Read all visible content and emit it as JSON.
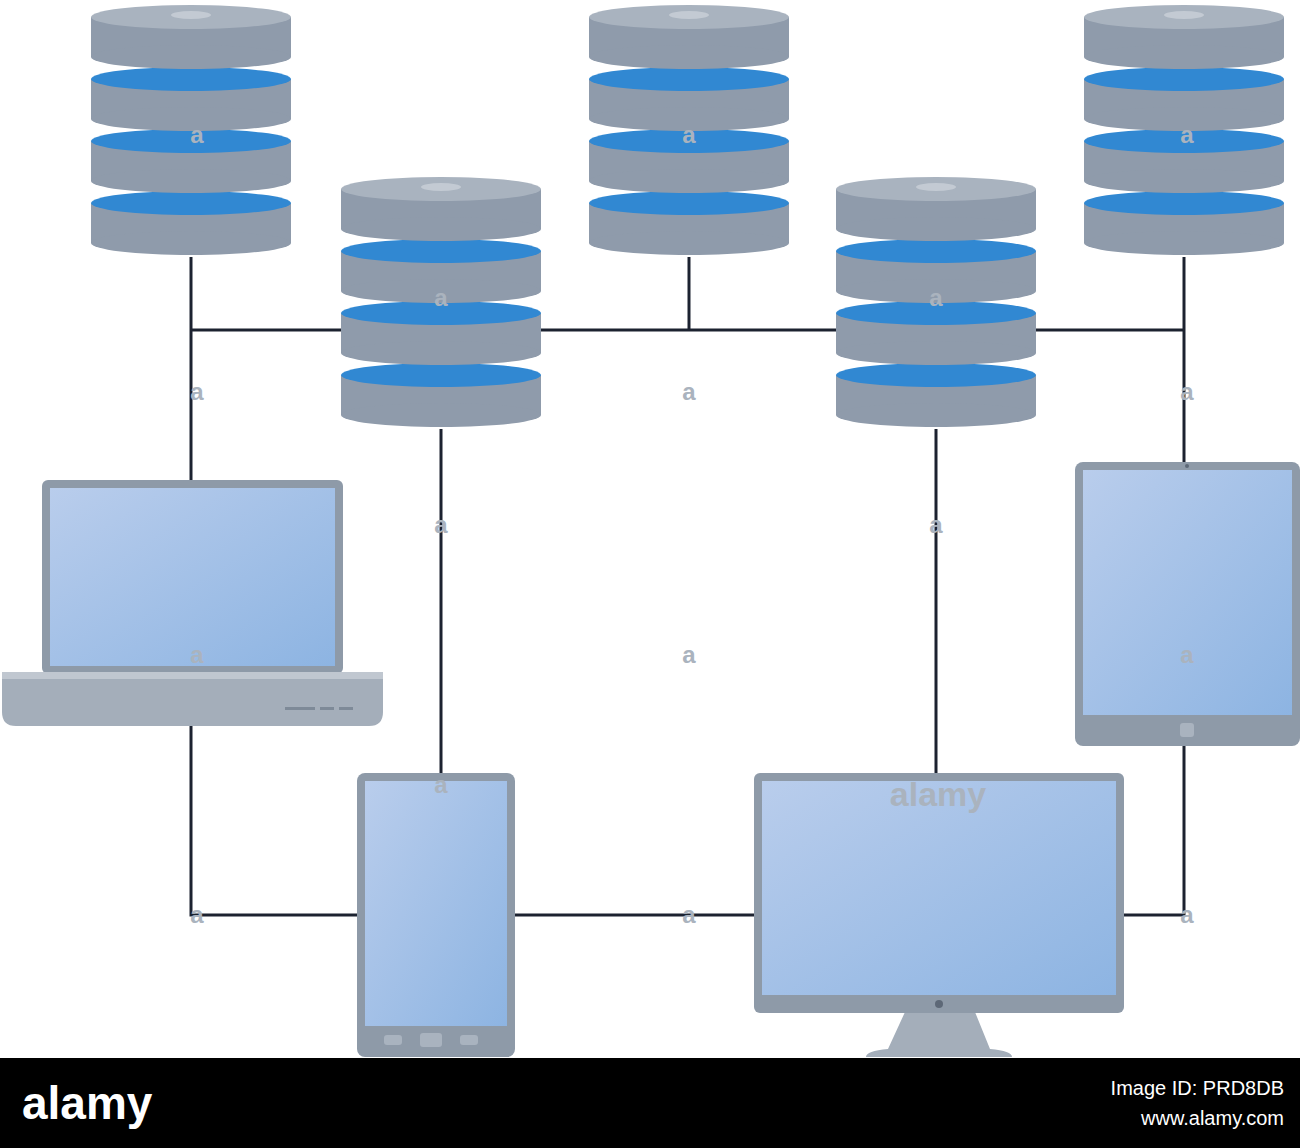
{
  "diagram": {
    "labels": [
      "a",
      "a",
      "a",
      "a",
      "a",
      "a",
      "a",
      "a",
      "a",
      "a",
      "a",
      "a",
      "a",
      "a",
      "alamy",
      "a",
      "a",
      "a",
      "alamy",
      "Image ID: PRD8DB",
      "www.alamy.com"
    ]
  }
}
